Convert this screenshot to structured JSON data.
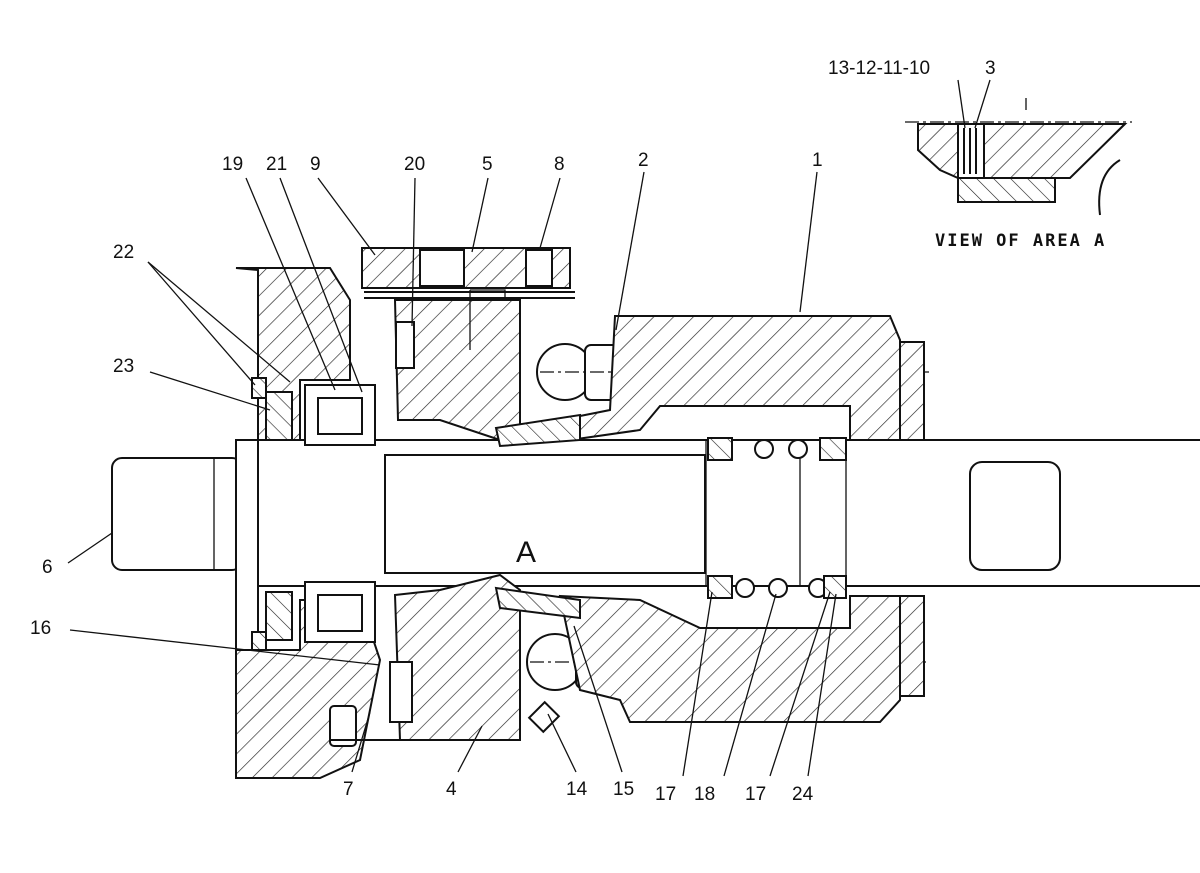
{
  "labels": {
    "l1": "1",
    "l2": "2",
    "l3": "3",
    "l4": "4",
    "l5": "5",
    "l6": "6",
    "l7": "7",
    "l8": "8",
    "l9": "9",
    "l13_10": "13-12-11-10",
    "l14": "14",
    "l15": "15",
    "l16": "16",
    "l17a": "17",
    "l17b": "17",
    "l18": "18",
    "l19": "19",
    "l20": "20",
    "l21": "21",
    "l22": "22",
    "l23": "23",
    "l24": "24",
    "areaA": "A",
    "view_caption": "VIEW OF AREA A"
  }
}
